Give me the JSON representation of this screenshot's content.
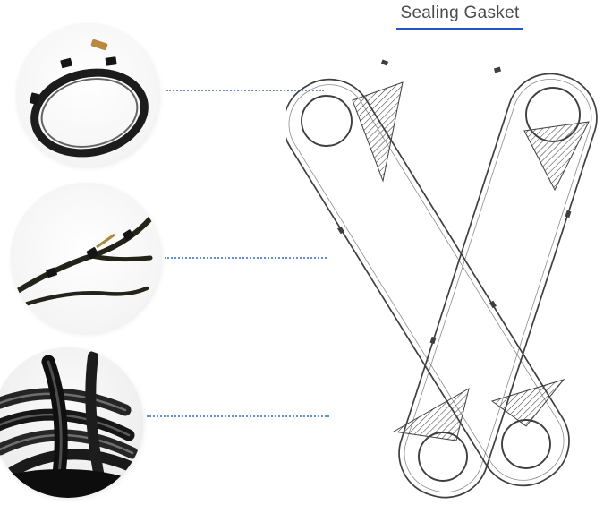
{
  "page": {
    "title": "Sealing Gasket"
  },
  "colors": {
    "accent_blue": "#2457c5",
    "leader_line_blue": "#4a7bd0",
    "drawing_line": "#3f3f3f",
    "gasket_black": "#1a1a1a",
    "clip_tan": "#b98a3e"
  },
  "callouts": [
    {
      "id": "corner",
      "icon": "gasket-corner-photo"
    },
    {
      "id": "branch",
      "icon": "gasket-branch-photo"
    },
    {
      "id": "coil",
      "icon": "gasket-coil-photo"
    }
  ],
  "diagram": {
    "icon": "plate-heat-exchanger-gasket-drawing",
    "ports": 4
  }
}
